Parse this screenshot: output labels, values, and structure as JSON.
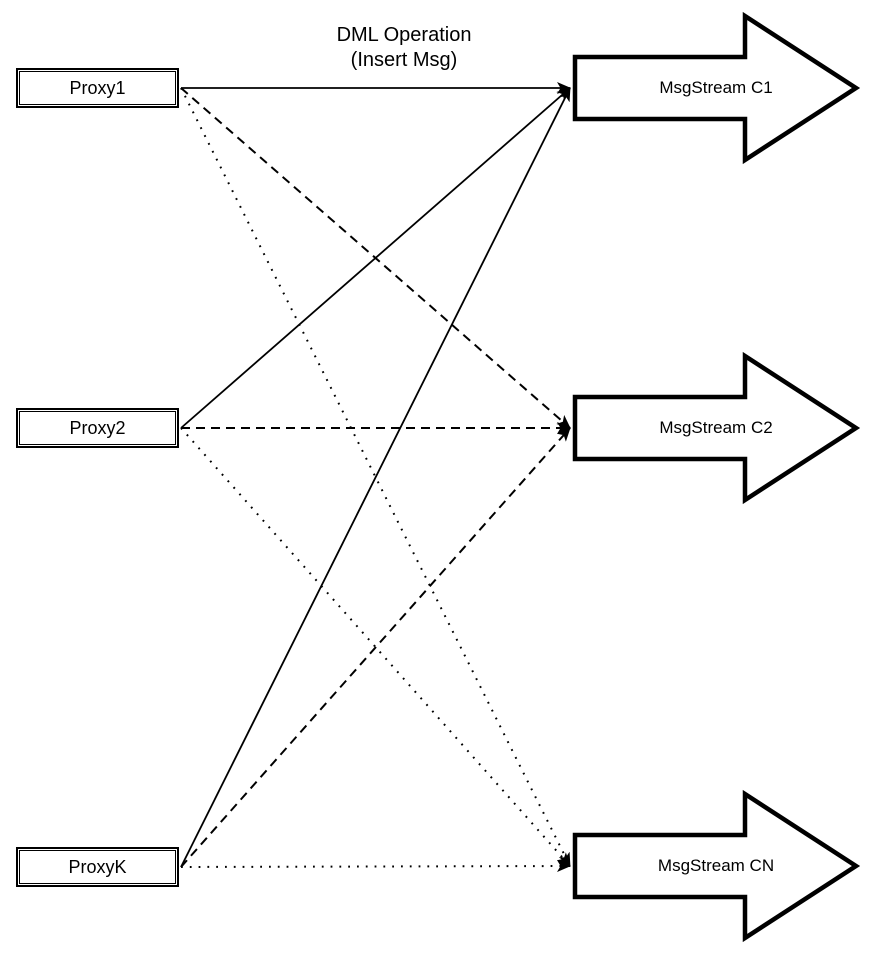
{
  "title": {
    "line1": "DML Operation",
    "line2": "(Insert Msg)"
  },
  "colors": {
    "line": "#000000",
    "shape_fill": "#ffffff",
    "shape_stroke": "#000000",
    "background": "#ffffff"
  },
  "diagram": {
    "proxies": [
      {
        "id": "Proxy1",
        "label": "Proxy1"
      },
      {
        "id": "Proxy2",
        "label": "Proxy2"
      },
      {
        "id": "ProxyK",
        "label": "ProxyK"
      }
    ],
    "streams": [
      {
        "id": "C1",
        "label": "MsgStream C1"
      },
      {
        "id": "C2",
        "label": "MsgStream C2"
      },
      {
        "id": "CN",
        "label": "MsgStream CN"
      }
    ],
    "edges": [
      {
        "from": "Proxy1",
        "to": "C1",
        "style": "solid"
      },
      {
        "from": "Proxy1",
        "to": "C2",
        "style": "dashed"
      },
      {
        "from": "Proxy1",
        "to": "CN",
        "style": "dotted"
      },
      {
        "from": "Proxy2",
        "to": "C1",
        "style": "solid"
      },
      {
        "from": "Proxy2",
        "to": "C2",
        "style": "dashed"
      },
      {
        "from": "Proxy2",
        "to": "CN",
        "style": "dotted"
      },
      {
        "from": "ProxyK",
        "to": "C1",
        "style": "solid"
      },
      {
        "from": "ProxyK",
        "to": "C2",
        "style": "dashed"
      },
      {
        "from": "ProxyK",
        "to": "CN",
        "style": "dotted"
      }
    ]
  }
}
